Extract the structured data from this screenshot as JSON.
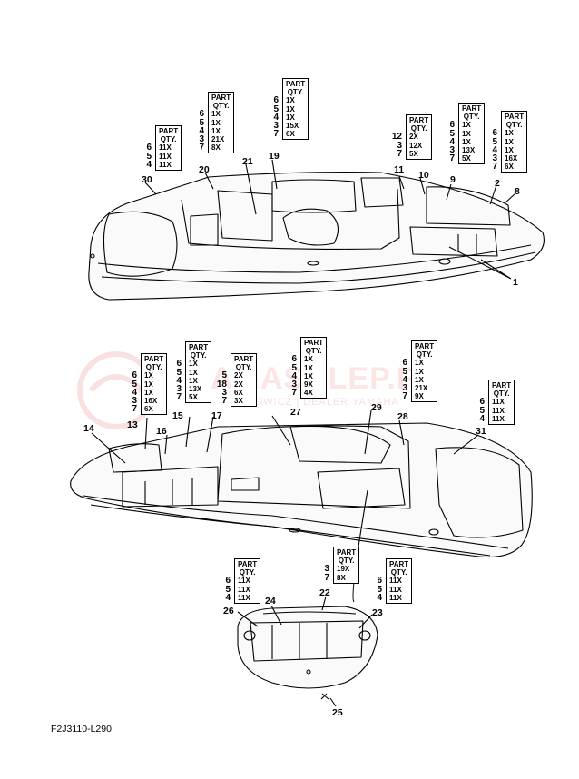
{
  "watermark": {
    "text": "AMASKLEP.PL",
    "sub": "ZCHOWICZ | DEALER YAMAHA"
  },
  "diagram_code": "F2J3110-L290",
  "qty_header": {
    "line1": "PART",
    "line2": "QTY."
  },
  "tables": [
    {
      "id": "t30",
      "rows": [
        {
          "n": "6",
          "q": "11X"
        },
        {
          "n": "5",
          "q": "11X"
        },
        {
          "n": "4",
          "q": "11X"
        }
      ]
    },
    {
      "id": "t20",
      "rows": [
        {
          "n": "6",
          "q": "1X"
        },
        {
          "n": "5",
          "q": "1X"
        },
        {
          "n": "4",
          "q": "1X"
        },
        {
          "n": "3",
          "q": "21X"
        },
        {
          "n": "7",
          "q": "8X"
        }
      ]
    },
    {
      "id": "t19",
      "rows": [
        {
          "n": "6",
          "q": "1X"
        },
        {
          "n": "5",
          "q": "1X"
        },
        {
          "n": "4",
          "q": "1X"
        },
        {
          "n": "3",
          "q": "15X"
        },
        {
          "n": "7",
          "q": "6X"
        }
      ]
    },
    {
      "id": "t11",
      "rows": [
        {
          "n": "12",
          "q": "2X"
        },
        {
          "n": "3",
          "q": "12X"
        },
        {
          "n": "7",
          "q": "5X"
        }
      ]
    },
    {
      "id": "t9",
      "rows": [
        {
          "n": "6",
          "q": "1X"
        },
        {
          "n": "5",
          "q": "1X"
        },
        {
          "n": "4",
          "q": "1X"
        },
        {
          "n": "3",
          "q": "13X"
        },
        {
          "n": "7",
          "q": "5X"
        }
      ]
    },
    {
      "id": "t2",
      "rows": [
        {
          "n": "6",
          "q": "1X"
        },
        {
          "n": "5",
          "q": "1X"
        },
        {
          "n": "4",
          "q": "1X"
        },
        {
          "n": "3",
          "q": "16X"
        },
        {
          "n": "7",
          "q": "6X"
        }
      ]
    },
    {
      "id": "t13",
      "rows": [
        {
          "n": "6",
          "q": "1X"
        },
        {
          "n": "5",
          "q": "1X"
        },
        {
          "n": "4",
          "q": "1X"
        },
        {
          "n": "3",
          "q": "16X"
        },
        {
          "n": "7",
          "q": "6X"
        }
      ]
    },
    {
      "id": "t15",
      "rows": [
        {
          "n": "6",
          "q": "1X"
        },
        {
          "n": "5",
          "q": "1X"
        },
        {
          "n": "4",
          "q": "1X"
        },
        {
          "n": "3",
          "q": "13X"
        },
        {
          "n": "7",
          "q": "5X"
        }
      ]
    },
    {
      "id": "t17",
      "rows": [
        {
          "n": "5",
          "q": "2X"
        },
        {
          "n": "18",
          "q": "2X"
        },
        {
          "n": "3",
          "q": "6X"
        },
        {
          "n": "7",
          "q": "3X"
        }
      ]
    },
    {
      "id": "t27",
      "rows": [
        {
          "n": "6",
          "q": "1X"
        },
        {
          "n": "5",
          "q": "1X"
        },
        {
          "n": "4",
          "q": "1X"
        },
        {
          "n": "3",
          "q": "9X"
        },
        {
          "n": "7",
          "q": "4X"
        }
      ]
    },
    {
      "id": "t28",
      "rows": [
        {
          "n": "6",
          "q": "1X"
        },
        {
          "n": "5",
          "q": "1X"
        },
        {
          "n": "4",
          "q": "1X"
        },
        {
          "n": "3",
          "q": "21X"
        },
        {
          "n": "7",
          "q": "9X"
        }
      ]
    },
    {
      "id": "t31",
      "rows": [
        {
          "n": "6",
          "q": "11X"
        },
        {
          "n": "5",
          "q": "11X"
        },
        {
          "n": "4",
          "q": "11X"
        }
      ]
    },
    {
      "id": "t26",
      "rows": [
        {
          "n": "6",
          "q": "11X"
        },
        {
          "n": "5",
          "q": "11X"
        },
        {
          "n": "4",
          "q": "11X"
        }
      ]
    },
    {
      "id": "t22",
      "rows": [
        {
          "n": "3",
          "q": "19X"
        },
        {
          "n": "7",
          "q": "8X"
        }
      ]
    },
    {
      "id": "t23",
      "rows": [
        {
          "n": "6",
          "q": "11X"
        },
        {
          "n": "5",
          "q": "11X"
        },
        {
          "n": "4",
          "q": "11X"
        }
      ]
    }
  ],
  "callouts": {
    "c30": "30",
    "c20": "20",
    "c21": "21",
    "c19": "19",
    "c11": "11",
    "c10": "10",
    "c9": "9",
    "c2": "2",
    "c8": "8",
    "c1": "1",
    "c14": "14",
    "c13": "13",
    "c16": "16",
    "c15": "15",
    "c17": "17",
    "c27": "27",
    "c29": "29",
    "c28": "28",
    "c31": "31",
    "c26": "26",
    "c24": "24",
    "c22": "22",
    "c23": "23",
    "c25": "25"
  }
}
